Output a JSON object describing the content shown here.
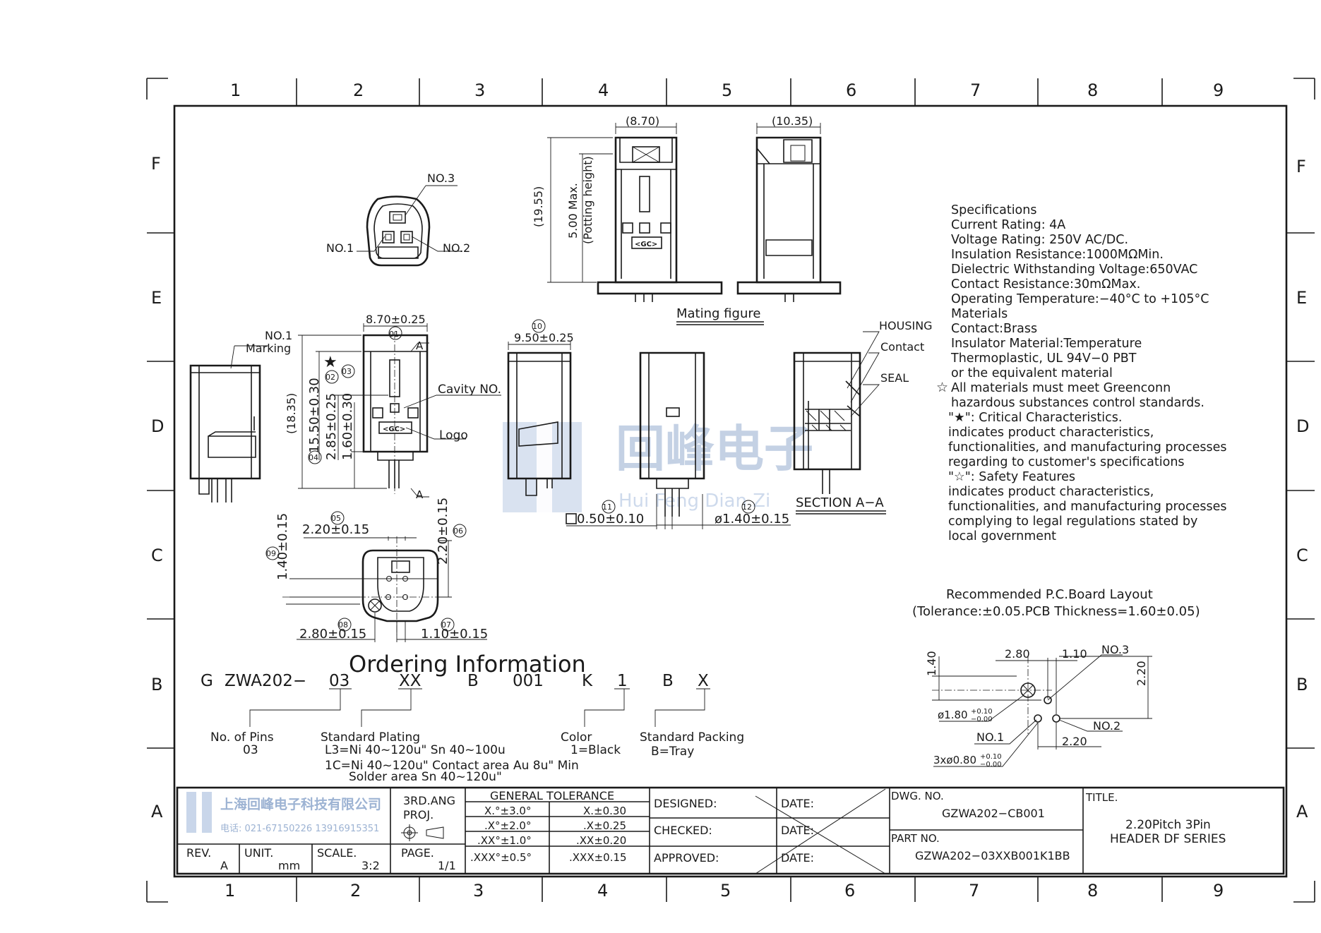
{
  "colors": {
    "ink": "#1a1a1a",
    "watermark": "#9db3d3",
    "watermark_light": "#c9d6ea",
    "paper": "#ffffff"
  },
  "grid": {
    "columns": [
      "1",
      "2",
      "3",
      "4",
      "5",
      "6",
      "7",
      "8",
      "9"
    ],
    "rows": [
      "F",
      "E",
      "D",
      "C",
      "B",
      "A"
    ]
  },
  "specifications": {
    "lines": [
      "Specifications",
      "Current Rating: 4A",
      "Voltage Rating: 250V AC/DC.",
      "Insulation Resistance:1000MΩMin.",
      "Dielectric Withstanding Voltage:650VAC",
      "Contact Resistance:30mΩMax.",
      "Operating Temperature:−40°C to +105°C",
      "Materials",
      "Contact:Brass",
      "Insulator Material:Temperature",
      "Thermoplastic, UL 94V−0 PBT",
      "or the equivalent material",
      "All materials must meet Greenconn",
      "hazardous substances control standards.",
      "\"★\": Critical Characteristics.",
      "indicates product characteristics,",
      "functionalities, and manufacturing processes",
      "regarding to customer's specifications",
      "\"☆\": Safety Features",
      "indicates product characteristics,",
      "functionalities, and manufacturing processes",
      "complying to legal regulations stated by",
      "local government"
    ]
  },
  "labels": {
    "no1": "NO.1",
    "no2": "NO.2",
    "no3": "NO.3",
    "no1_marking_a": "NO.1",
    "no1_marking_b": "Marking",
    "cavity": "Cavity NO.",
    "logo": "Logo",
    "mating": "Mating figure",
    "housing": "HOUSING",
    "contact": "Contact",
    "seal": "SEAL",
    "section": "SECTION A−A",
    "section_mark_a": "A",
    "section_mark_b": "A",
    "star": "★",
    "star_outline": "☆",
    "logo_glyph": "<GC>"
  },
  "dimensions": {
    "d_870": "(8.70)",
    "d_1035": "(10.35)",
    "d_1955": "(19.55)",
    "d_500": "5.00 Max.",
    "d_potting": "(Potting height)",
    "d_870t": "8.70±0.25",
    "c01": "01",
    "d_1835": "(18.35)",
    "d_1550": "15.50±0.30",
    "c04": "04",
    "d_285": "2.85±0.25",
    "c02": "02",
    "d_160": "1.60±0.30",
    "c03": "03",
    "c10": "10",
    "d_950": "9.50±0.25",
    "c11": "11",
    "d_050": "0.50±0.10",
    "c12": "12",
    "d_140d": "ø1.40±0.15",
    "c05": "05",
    "d_220h": "2.20±0.15",
    "d_220v": "2.20±0.15",
    "c06": "06",
    "c09": "09",
    "d_140v": "1.40±0.15",
    "c08": "08",
    "d_280": "2.80±0.15",
    "c07": "07",
    "d_110": "1.10±0.15"
  },
  "pcb": {
    "title": "Recommended P.C.Board Layout",
    "tolerance": "(Tolerance:±0.05.PCB Thickness=1.60±0.05)",
    "d_140": "1.40",
    "d_280": "2.80",
    "d_110": "1.10",
    "no3": "NO.3",
    "d_220v": "2.20",
    "d_180": "ø1.80",
    "d_180_tol_up": "+0.10",
    "d_180_tol_dn": "−0.00",
    "no1": "NO.1",
    "no2": "NO.2",
    "d_220h": "2.20",
    "d_080": "3xø0.80",
    "d_080_tol_up": "+0.10",
    "d_080_tol_dn": "−0.00"
  },
  "ordering": {
    "title": "Ordering Information",
    "code": [
      "G",
      "ZWA202−",
      "03",
      "XX",
      "B",
      "001",
      "K",
      "1",
      "B",
      "X"
    ],
    "pins_label": "No. of Pins",
    "pins_value": "03",
    "plating_label": "Standard Plating",
    "plating_l3": "L3=Ni 40~120u\" Sn 40~100u",
    "plating_1c": "1C=Ni 40~120u\" Contact area Au 8u\" Min",
    "plating_solder": "Solder area Sn 40~120u\"",
    "color_label": "Color",
    "color_value": "1=Black",
    "packing_label": "Standard Packing",
    "packing_value": "B=Tray"
  },
  "titleblock": {
    "company": "上海回峰电子科技有限公司",
    "phone": "电话: 021-67150226  13916915351",
    "rev_label": "REV.",
    "rev_value": "A",
    "unit_label": "UNIT.",
    "unit_value": "mm",
    "scale_label": "SCALE.",
    "scale_value": "3:2",
    "proj_a": "3RD.ANG",
    "proj_b": "PROJ.",
    "page_label": "PAGE.",
    "page_value": "1/1",
    "tol_title": "GENERAL TOLERANCE",
    "tol": [
      [
        "X.°±3.0°",
        "X.±0.30"
      ],
      [
        ".X°±2.0°",
        ".X±0.25"
      ],
      [
        ".XX°±1.0°",
        ".XX±0.20"
      ],
      [
        ".XXX°±0.5°",
        ".XXX±0.15"
      ]
    ],
    "designed": "DESIGNED:",
    "checked": "CHECKED:",
    "approved": "APPROVED:",
    "date": "DATE:",
    "dwg_label": "DWG. NO.",
    "dwg_value": "GZWA202−CB001",
    "part_label": "PART NO.",
    "part_value": "GZWA202−03XXB001K1BB",
    "title_label": "TITLE.",
    "title_line1": "2.20Pitch 3Pin",
    "title_line2": "HEADER DF SERIES"
  },
  "watermark": {
    "cn": "回峰电子",
    "en": "Hui Feng Dian Zi"
  }
}
